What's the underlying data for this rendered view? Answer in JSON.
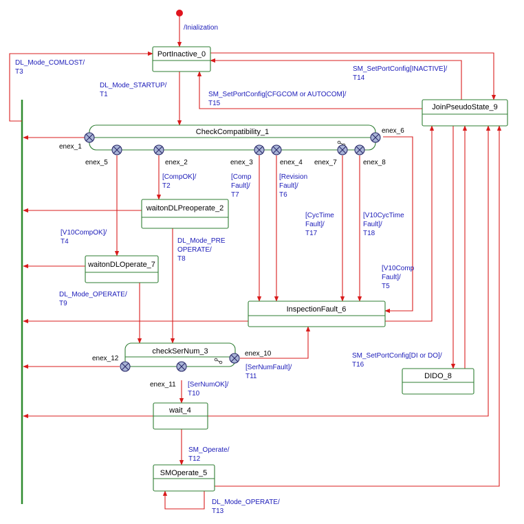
{
  "colors": {
    "state_border": "#2e7d32",
    "state_fill": "#ffffff",
    "transition": "#d81c1c",
    "label": "#1a1ab8",
    "point_fill": "#a9b4d6",
    "bar": "#2e8b2e"
  },
  "states": {
    "portinactive": "PortInactive_0",
    "checkcompat": "CheckCompatibility_1",
    "waitondlpre": "waitonDLPreoperate_2",
    "waitondlop": "waitonDLOperate_7",
    "inspection": "InspectionFault_6",
    "checkser": "checkSerNum_3",
    "wait4": "wait_4",
    "smoperate": "SMOperate_5",
    "joinpseudo": "JoinPseudoState_9",
    "dido": "DIDO_8"
  },
  "points": {
    "enex_1": "enex_1",
    "enex_2": "enex_2",
    "enex_3": "enex_3",
    "enex_4": "enex_4",
    "enex_5": "enex_5",
    "enex_6": "enex_6",
    "enex_7": "enex_7",
    "enex_8": "enex_8",
    "enex_10": "enex_10",
    "enex_11": "enex_11",
    "enex_12": "enex_12"
  },
  "transitions": {
    "init": [
      "/Inialization"
    ],
    "t3": [
      "DL_Mode_COMLOST/",
      "T3"
    ],
    "t1": [
      "DL_Mode_STARTUP/",
      "T1"
    ],
    "t14": [
      "SM_SetPortConfig[INACTIVE]/",
      "T14"
    ],
    "t15": [
      "SM_SetPortConfig[CFGCOM or AUTOCOM]/",
      "T15"
    ],
    "t2": [
      "[CompOK]/",
      "T2"
    ],
    "t7": [
      "[Comp",
      "Fault]/",
      "T7"
    ],
    "t6": [
      "[Revision",
      "Fault]/",
      "T6"
    ],
    "t17": [
      "[CycTime",
      "Fault]/",
      "T17"
    ],
    "t18": [
      "[V10CycTime",
      "Fault]/",
      "T18"
    ],
    "t4": [
      "[V10CompOK]/",
      "T4"
    ],
    "t8": [
      "DL_Mode_PRE",
      "OPERATE/",
      "T8"
    ],
    "t5": [
      "[V10Comp",
      "Fault]/",
      "T5"
    ],
    "t9": [
      "DL_Mode_OPERATE/",
      "T9"
    ],
    "t16": [
      "SM_SetPortConfig[DI or DO]/",
      "T16"
    ],
    "t11": [
      "[SerNumFault]/",
      "T11"
    ],
    "t10": [
      "[SerNumOK]/",
      "T10"
    ],
    "t12": [
      "SM_Operate/",
      "T12"
    ],
    "t13": [
      "DL_Mode_OPERATE/",
      "T13"
    ]
  }
}
